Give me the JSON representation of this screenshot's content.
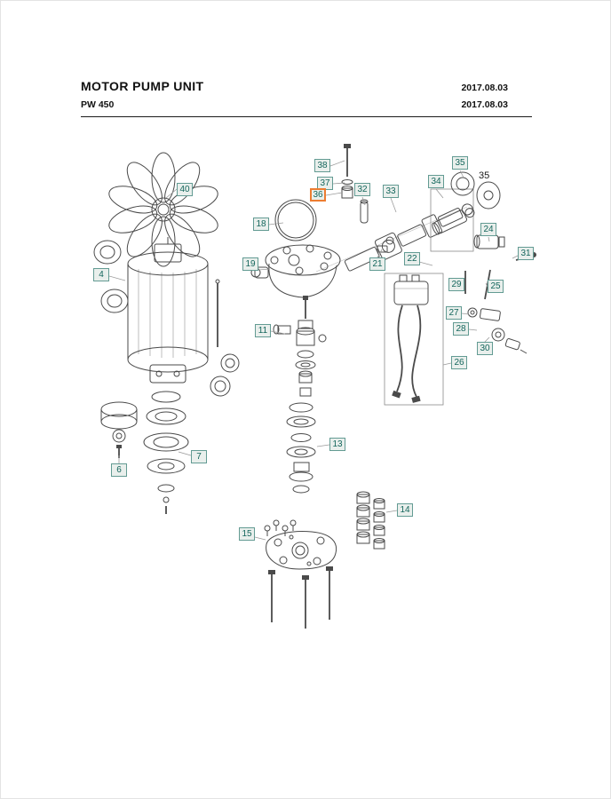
{
  "header": {
    "title": "MOTOR PUMP UNIT",
    "model": "PW 450",
    "date_line1": "2017.08.03",
    "date_line2": "2017.08.03"
  },
  "diagram": {
    "accent_color": "#ed7d31",
    "callout_color": "#14665c",
    "callouts": [
      {
        "label": "40"
      },
      {
        "label": "38"
      },
      {
        "label": "37"
      },
      {
        "label": "36",
        "selected": true
      },
      {
        "label": "32"
      },
      {
        "label": "33"
      },
      {
        "label": "34"
      },
      {
        "label": "35"
      },
      {
        "label": "18"
      },
      {
        "label": "19"
      },
      {
        "label": "21"
      },
      {
        "label": "22"
      },
      {
        "label": "24"
      },
      {
        "label": "31"
      },
      {
        "label": "29"
      },
      {
        "label": "25"
      },
      {
        "label": "4"
      },
      {
        "label": "27"
      },
      {
        "label": "28"
      },
      {
        "label": "30"
      },
      {
        "label": "11"
      },
      {
        "label": "26"
      },
      {
        "label": "6"
      },
      {
        "label": "7"
      },
      {
        "label": "13"
      },
      {
        "label": "14"
      },
      {
        "label": "15"
      }
    ],
    "free_label": {
      "label": "35"
    }
  }
}
